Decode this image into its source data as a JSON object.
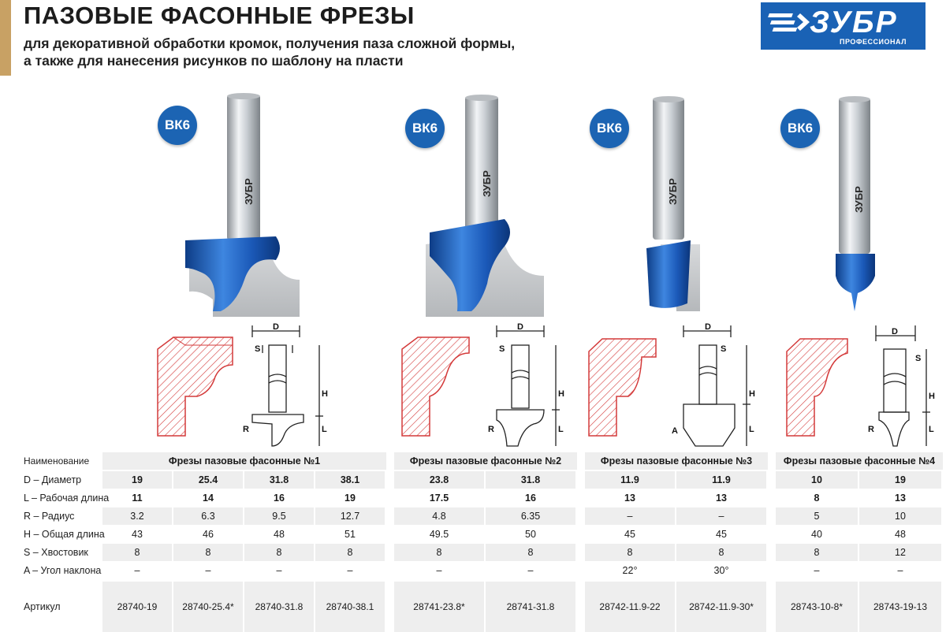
{
  "header": {
    "title": "ПАЗОВЫЕ ФАСОННЫЕ ФРЕЗЫ",
    "subtitle_line1": "для декоративной обработки кромок, получения паза сложной формы,",
    "subtitle_line2": "а также для нанесения рисунков по шаблону на пласти"
  },
  "logo": {
    "word": "ЗУБР",
    "tagline": "ПРОФЕССИОНАЛ"
  },
  "products": [
    {
      "badge": "ВК6",
      "shank_text": "ЗУБР"
    },
    {
      "badge": "ВК6",
      "shank_text": "ЗУБР"
    },
    {
      "badge": "ВК6",
      "shank_text": "ЗУБР"
    },
    {
      "badge": "ВК6",
      "shank_text": "ЗУБР"
    }
  ],
  "diagram_labels": {
    "D": "D",
    "S": "S",
    "H": "H",
    "L": "L",
    "R": "R",
    "A": "A"
  },
  "table": {
    "name_label": "Наименование",
    "groups": [
      "Фрезы пазовые фасонные №1",
      "Фрезы пазовые фасонные №2",
      "Фрезы пазовые фасонные №3",
      "Фрезы пазовые фасонные №4"
    ],
    "row_labels": {
      "D": "D – Диаметр",
      "L": "L – Рабочая длина",
      "R": "R – Радиус",
      "H": "H – Общая длина",
      "S": "S – Хвостовик",
      "A": "A – Угол наклона",
      "art": "Артикул"
    },
    "columns": [
      {
        "D": "19",
        "L": "11",
        "R": "3.2",
        "H": "43",
        "S": "8",
        "A": "–",
        "art": "28740-19"
      },
      {
        "D": "25.4",
        "L": "14",
        "R": "6.3",
        "H": "46",
        "S": "8",
        "A": "–",
        "art": "28740-25.4*"
      },
      {
        "D": "31.8",
        "L": "16",
        "R": "9.5",
        "H": "48",
        "S": "8",
        "A": "–",
        "art": "28740-31.8"
      },
      {
        "D": "38.1",
        "L": "19",
        "R": "12.7",
        "H": "51",
        "S": "8",
        "A": "–",
        "art": "28740-38.1"
      },
      {
        "D": "23.8",
        "L": "17.5",
        "R": "4.8",
        "H": "49.5",
        "S": "8",
        "A": "–",
        "art": "28741-23.8*"
      },
      {
        "D": "31.8",
        "L": "16",
        "R": "6.35",
        "H": "50",
        "S": "8",
        "A": "–",
        "art": "28741-31.8"
      },
      {
        "D": "11.9",
        "L": "13",
        "R": "–",
        "H": "45",
        "S": "8",
        "A": "22°",
        "art": "28742-11.9-22"
      },
      {
        "D": "11.9",
        "L": "13",
        "R": "–",
        "H": "45",
        "S": "8",
        "A": "30°",
        "art": "28742-11.9-30*"
      },
      {
        "D": "10",
        "L": "8",
        "R": "5",
        "H": "40",
        "S": "8",
        "A": "–",
        "art": "28743-10-8*"
      },
      {
        "D": "19",
        "L": "13",
        "R": "10",
        "H": "48",
        "S": "12",
        "A": "–",
        "art": "28743-19-13"
      }
    ]
  },
  "colors": {
    "brand_blue": "#1a62b5",
    "badge_blue": "#1c64b3",
    "hatch_red": "#d43a3a",
    "accent_tan": "#c8a164"
  }
}
